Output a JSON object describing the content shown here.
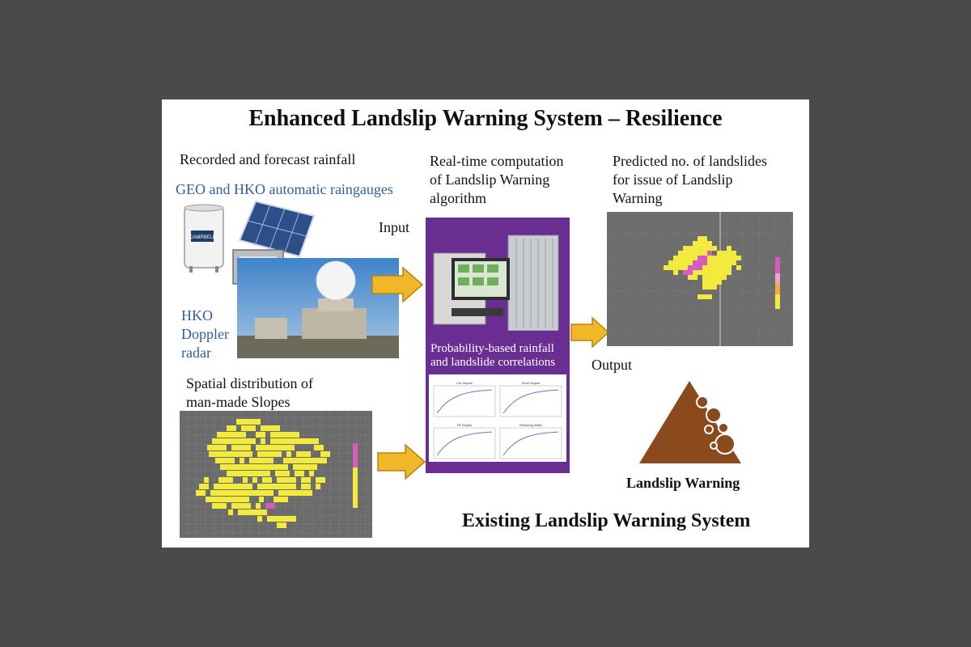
{
  "title": "Enhanced Landslip Warning System – Resilience",
  "labels": {
    "rainfall": "Recorded and forecast rainfall",
    "raingauges": "GEO and HKO automatic raingauges",
    "radar_1": "HKO",
    "radar_2": "Doppler",
    "radar_3": "radar",
    "slopes_1": "Spatial distribution of",
    "slopes_2": "man-made Slopes",
    "computation_1": "Real-time computation",
    "computation_2": "of Landslip Warning",
    "computation_3": "algorithm",
    "input": "Input",
    "correlations_1": "Probability-based rainfall",
    "correlations_2": "and landslide correlations",
    "predicted_1": "Predicted no. of landslides",
    "predicted_2": "for issue of Landslip",
    "predicted_3": "Warning",
    "output": "Output",
    "warning": "Landslip Warning",
    "existing": "Existing Landslip Warning System"
  },
  "device_label": "CAMPBELL",
  "chart_titles": [
    "Cut Slopes",
    "Rock Slopes",
    "Fill Slopes",
    "Retaining Walls"
  ],
  "colors": {
    "purple_panel": "#6a2d91",
    "arrow": "#f0b829",
    "arrow_edge": "#b58312",
    "heat_yellow": "#f2ea3d",
    "heat_magenta": "#d45bc0",
    "landslide_brown": "#8b4a1c",
    "label_blue": "#2f5f9a"
  },
  "icons": [
    "raingauge-icon",
    "solar-panel-icon",
    "radar-dome-icon",
    "server-icon",
    "landslide-icon",
    "arrow-right-icon"
  ]
}
